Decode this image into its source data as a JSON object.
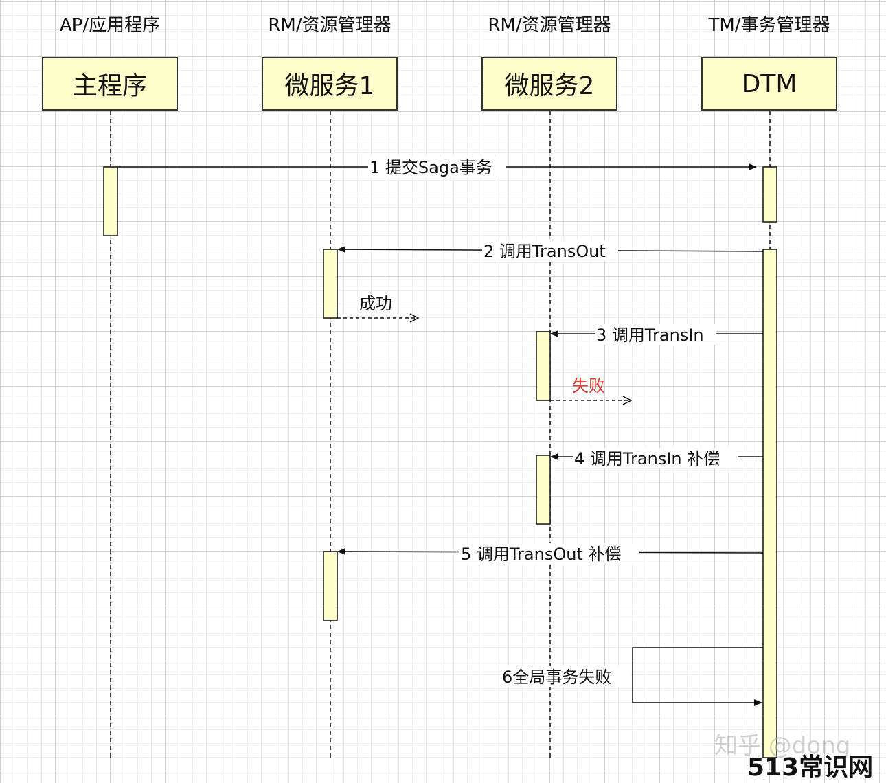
{
  "roles": {
    "ap": "AP/应用程序",
    "rm1": "RM/资源管理器",
    "rm2": "RM/资源管理器",
    "tm": "TM/事务管理器"
  },
  "actors": {
    "main": "主程序",
    "svc1": "微服务1",
    "svc2": "微服务2",
    "dtm": "DTM"
  },
  "messages": {
    "m1": "1 提交Saga事务",
    "m2": "2 调用TransOut",
    "ok": "成功",
    "m3": "3 调用TransIn",
    "fail": "失败",
    "m4": "4 调用TransIn 补偿",
    "m5": "5 调用TransOut 补偿",
    "m6": "6全局事务失败"
  },
  "colors": {
    "activation_fill": "#ffffcc",
    "line": "#111111",
    "fail_text": "#d83a2e"
  },
  "watermark": "知乎 @dong",
  "site_brand": "513常识网"
}
